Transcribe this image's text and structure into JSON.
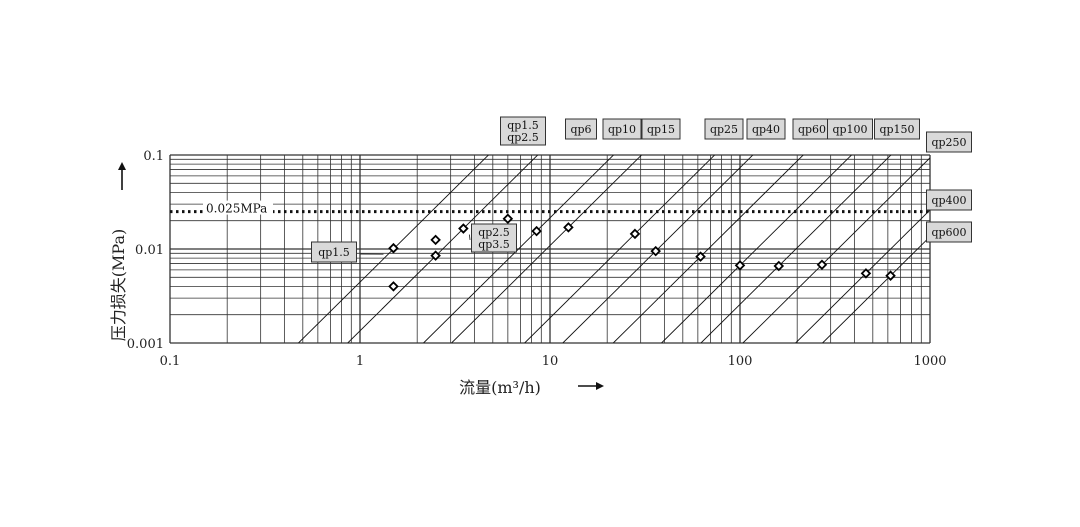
{
  "chart_data": {
    "type": "scatter",
    "title": "",
    "xlabel": "流量(m³/h)",
    "ylabel": "压力损失(MPa)",
    "x_scale": "log",
    "y_scale": "log",
    "xlim": [
      0.1,
      1000
    ],
    "ylim": [
      0.001,
      0.1
    ],
    "x_ticks": [
      "0.1",
      "1",
      "10",
      "100",
      "1000"
    ],
    "y_ticks": [
      "0.1",
      "0.01",
      "0.001"
    ],
    "grid": true,
    "reference_line": {
      "y": 0.025,
      "label": "0.025MPa",
      "style": "dotted"
    },
    "series": [
      {
        "label": "qp1.5 qp2.5",
        "label_lines": [
          "qp1.5",
          "qp2.5"
        ],
        "slope": 2,
        "ref_x": 1.5,
        "ref_y": 0.01
      },
      {
        "label": "qp6",
        "label_lines": [
          "qp6"
        ],
        "slope": 2,
        "ref_x": 3.5,
        "ref_y": 0.0165
      },
      {
        "label": "qp10",
        "label_lines": [
          "qp10"
        ],
        "slope": 2,
        "ref_x": 8.5,
        "ref_y": 0.0155
      },
      {
        "label": "qp15",
        "label_lines": [
          "qp15"
        ],
        "slope": 2,
        "ref_x": 12.5,
        "ref_y": 0.017
      },
      {
        "label": "qp25",
        "label_lines": [
          "qp25"
        ],
        "slope": 2,
        "ref_x": 28,
        "ref_y": 0.0145
      },
      {
        "label": "qp40",
        "label_lines": [
          "qp40"
        ],
        "slope": 2,
        "ref_x": 36,
        "ref_y": 0.0095
      },
      {
        "label": "qp60",
        "label_lines": [
          "qp60"
        ],
        "slope": 2,
        "ref_x": 62,
        "ref_y": 0.0083
      },
      {
        "label": "qp100",
        "label_lines": [
          "qp100"
        ],
        "slope": 2,
        "ref_x": 100,
        "ref_y": 0.0067
      },
      {
        "label": "qp150",
        "label_lines": [
          "qp150"
        ],
        "slope": 2,
        "ref_x": 160,
        "ref_y": 0.0066
      },
      {
        "label": "qp250",
        "label_lines": [
          "qp250"
        ],
        "slope": 2,
        "ref_x": 270,
        "ref_y": 0.0068
      },
      {
        "label": "qp400",
        "label_lines": [
          "qp400"
        ],
        "slope": 2,
        "ref_x": 460,
        "ref_y": 0.0055
      },
      {
        "label": "qp600",
        "label_lines": [
          "qp600"
        ],
        "slope": 2,
        "ref_x": 620,
        "ref_y": 0.0052
      }
    ],
    "points": [
      {
        "x": 1.5,
        "y": 0.0102
      },
      {
        "x": 1.5,
        "y": 0.004
      },
      {
        "x": 2.5,
        "y": 0.0125
      },
      {
        "x": 2.5,
        "y": 0.0085
      },
      {
        "x": 3.5,
        "y": 0.0165
      },
      {
        "x": 6,
        "y": 0.021
      },
      {
        "x": 8.5,
        "y": 0.0155
      },
      {
        "x": 12.5,
        "y": 0.017
      },
      {
        "x": 28,
        "y": 0.0145
      },
      {
        "x": 36,
        "y": 0.0095
      },
      {
        "x": 62,
        "y": 0.0083
      },
      {
        "x": 100,
        "y": 0.0067
      },
      {
        "x": 160,
        "y": 0.0066
      },
      {
        "x": 270,
        "y": 0.0068
      },
      {
        "x": 460,
        "y": 0.0055
      },
      {
        "x": 620,
        "y": 0.0052
      }
    ],
    "callouts": [
      {
        "label": "qp1.5",
        "label_lines": [
          "qp1.5"
        ],
        "target_x": 1.5,
        "target_y": 0.0102
      },
      {
        "label": "qp2.5 qp3.5",
        "label_lines": [
          "qp2.5",
          "qp3.5"
        ],
        "target_x": 3.5,
        "target_y": 0.0165
      }
    ],
    "colors": {
      "grid": "#333333",
      "curve": "#111111",
      "ref_line": "#111111",
      "box_fill": "#d9d9d9",
      "box_stroke": "#333333",
      "marker": "#000000"
    }
  }
}
